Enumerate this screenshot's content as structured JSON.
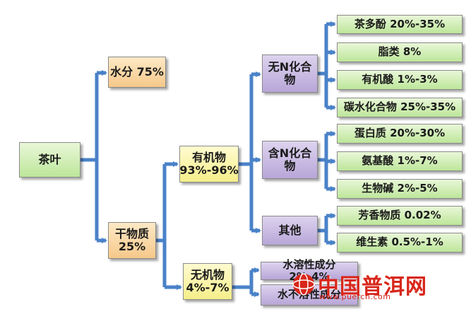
{
  "nodes": {
    "tea": "茶叶",
    "water": "水分 75%",
    "dry": "干物质\n25%",
    "organic": "有机物\n93%-96%",
    "inorganic": "无机物\n4%-7%",
    "non_n": "无N化合\n物",
    "with_n": "含N化合\n物",
    "other": "其他",
    "tea_polyphenol": "茶多酚 20%-35%",
    "lipid": "脂类 8%",
    "organic_acid": "有机酸 1%-3%",
    "carbohydrate": "碳水化合物 25%-35%",
    "protein": "蛋白质 20%-30%",
    "amino_acid": "氨基酸 1%-7%",
    "alkaloid": "生物碱 2%-5%",
    "aroma": "芳香物质 0.02%",
    "vitamin": "维生素 0.5%-1%",
    "water_soluble": "水溶性成分 2%-4%",
    "water_insoluble": "水不溶性成分"
  },
  "watermark": {
    "text": "中国普洱网",
    "url": "www.puercn.com"
  },
  "colors": {
    "arrow": "#4a82c8",
    "watermark": "#d8261a"
  }
}
